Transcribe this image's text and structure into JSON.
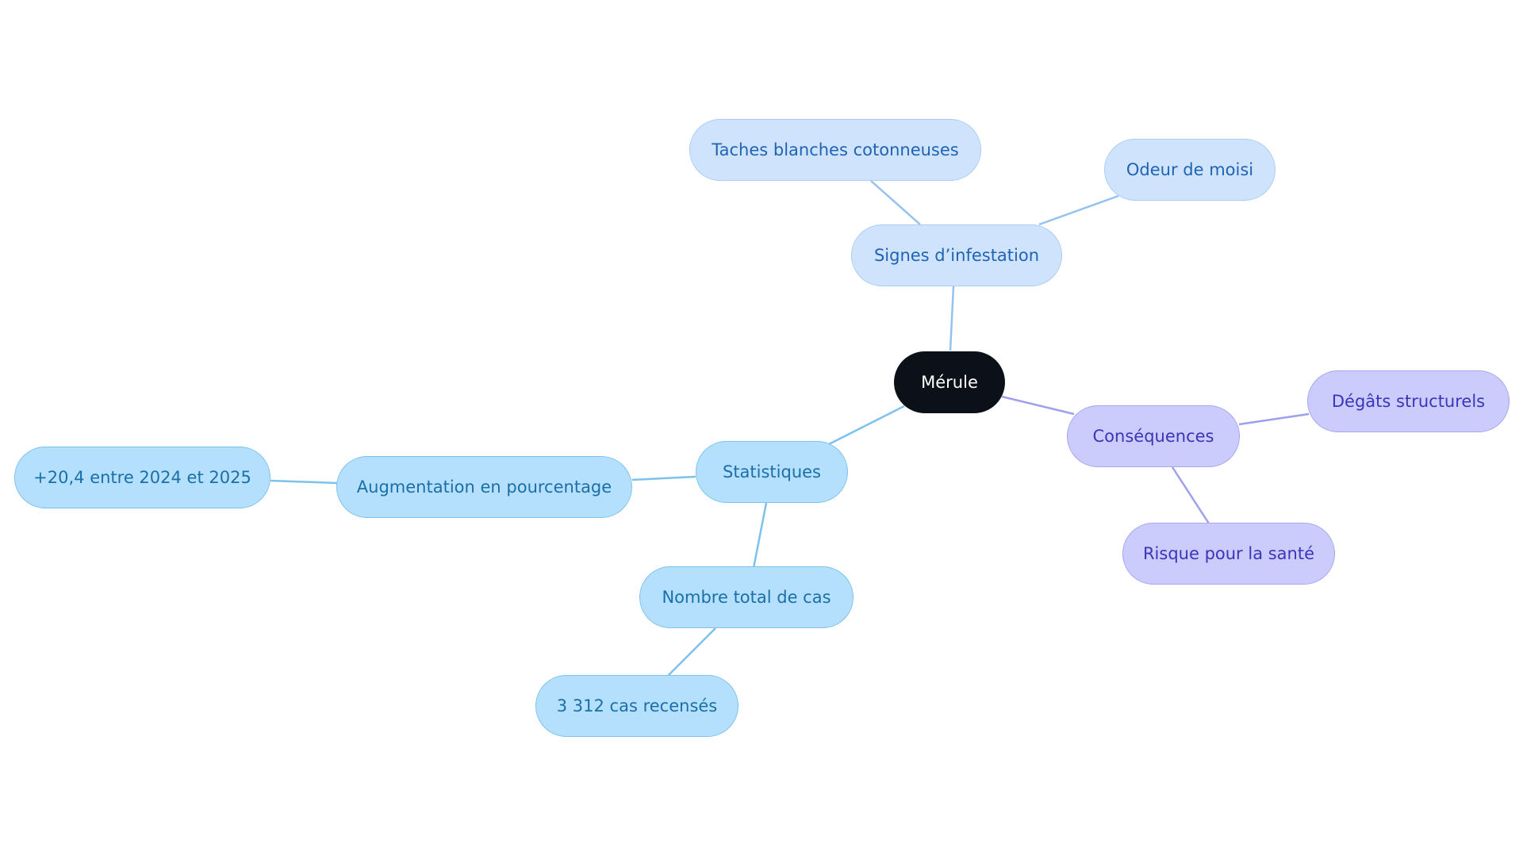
{
  "colors": {
    "root_fill": "#0c1119",
    "signes_branch_line": "#94c2f0",
    "signes_branch_fill": "#cfe4fc",
    "stats_branch_line": "#7cc2ec",
    "stats_branch_fill": "#b5e0fd",
    "consequences_branch_line": "#9f9ff0",
    "consequences_branch_fill": "#cbcbfc"
  },
  "mindmap": {
    "root": "Mérule",
    "signes": {
      "label": "Signes d’infestation",
      "children": [
        "Taches blanches cotonneuses",
        "Odeur de moisi"
      ]
    },
    "consequences": {
      "label": "Conséquences",
      "children": [
        "Dégâts structurels",
        "Risque pour la santé"
      ]
    },
    "statistiques": {
      "label": "Statistiques",
      "augmentation": {
        "label": "Augmentation en pourcentage",
        "value": "+20,4 entre 2024 et 2025"
      },
      "total": {
        "label": "Nombre total de cas",
        "value": "3 312 cas recensés"
      }
    }
  }
}
